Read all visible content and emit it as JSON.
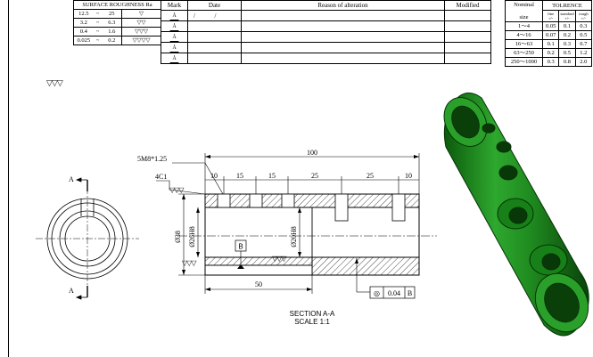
{
  "roughness_table": {
    "title": "SURFACE ROUGHNESS Ra",
    "rows": [
      {
        "from": "12.5",
        "sep": "~",
        "to": "25",
        "symbol": "▽"
      },
      {
        "from": "3.2",
        "sep": "~",
        "to": "6.3",
        "symbol": "▽▽"
      },
      {
        "from": "0.4",
        "sep": "~",
        "to": "1.6",
        "symbol": "▽▽▽"
      },
      {
        "from": "0.025",
        "sep": "~",
        "to": "0.2",
        "symbol": "▽▽▽▽"
      }
    ]
  },
  "revision_table": {
    "headers": {
      "mark": "Mark",
      "date": "Date",
      "reason": "Reason of alteration",
      "modified": "Modified"
    },
    "rows": [
      {
        "mark": "A",
        "date_a": "/",
        "date_b": "/"
      },
      {
        "mark": "A",
        "date_a": "",
        "date_b": ""
      },
      {
        "mark": "A",
        "date_a": "",
        "date_b": ""
      },
      {
        "mark": "A",
        "date_a": "",
        "date_b": ""
      },
      {
        "mark": "A",
        "date_a": "",
        "date_b": ""
      }
    ]
  },
  "tolerance_table": {
    "title": "TOLRENCE",
    "nominal": "Nominal",
    "size": "size",
    "col_fine": "fine",
    "col_standard": "standard",
    "col_rough": "rough",
    "pm": "+/-",
    "rows": [
      {
        "size": "1～4",
        "fine": "0.05",
        "standard": "0.1",
        "rough": "0.3"
      },
      {
        "size": "4～16",
        "fine": "0.07",
        "standard": "0.2",
        "rough": "0.5"
      },
      {
        "size": "16～63",
        "fine": "0.1",
        "standard": "0.3",
        "rough": "0.7"
      },
      {
        "size": "63～250",
        "fine": "0.2",
        "standard": "0.5",
        "rough": "1.2"
      },
      {
        "size": "250～1000",
        "fine": "0.3",
        "standard": "0.8",
        "rough": "2.0"
      }
    ]
  },
  "general_finish": "▽▽▽",
  "drawing": {
    "thread_callout": "5M8*1.25",
    "chamfer": "4C1",
    "finish_symbol": "▽▽▽",
    "overall_length": "100",
    "segments": [
      "10",
      "15",
      "15",
      "25",
      "25",
      "10"
    ],
    "outer_diameter": "Ø38",
    "bore_diameter": "Ø26H8",
    "bore_diameter_2": "Ø20H8",
    "datum": "B",
    "length_50": "50",
    "fcf_symbol": "◎",
    "fcf_value": "0.04",
    "fcf_datum": "B",
    "section_letter": "A",
    "section_title": "SECTION A-A",
    "section_scale": "SCALE 1:1"
  },
  "colors": {
    "part_green": "#1f8a1f",
    "part_dark": "#0b4a0b",
    "hatch": "#000000"
  }
}
